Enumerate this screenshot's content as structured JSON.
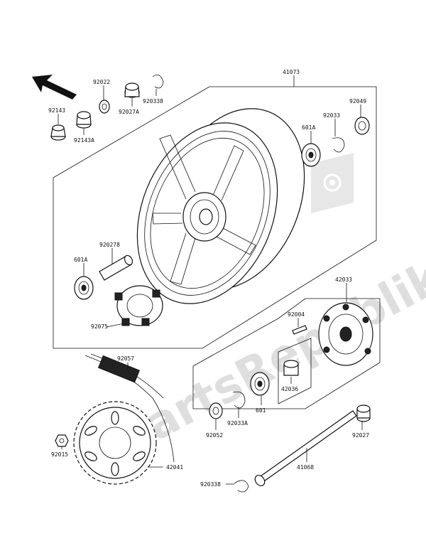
{
  "watermark": {
    "text": "PartsRepublik"
  },
  "parts": {
    "p41073": "41073",
    "p92022": "92022",
    "p92143": "92143",
    "p92143A": "92143A",
    "p92027A": "92027A",
    "p920338_top": "920338",
    "p92049": "92049",
    "p92033": "92033",
    "p601A_top": "601A",
    "p920278": "920278",
    "p601A_left": "601A",
    "p92075": "92075",
    "p42033": "42033",
    "p92004": "92004",
    "p42036": "42036",
    "p92057": "92057",
    "p92052": "92052",
    "p92033A": "92033A",
    "p601": "601",
    "p92027": "92027",
    "p92015": "92015",
    "p42041": "42041",
    "p41068": "41068",
    "p920338_bottom": "920338"
  }
}
